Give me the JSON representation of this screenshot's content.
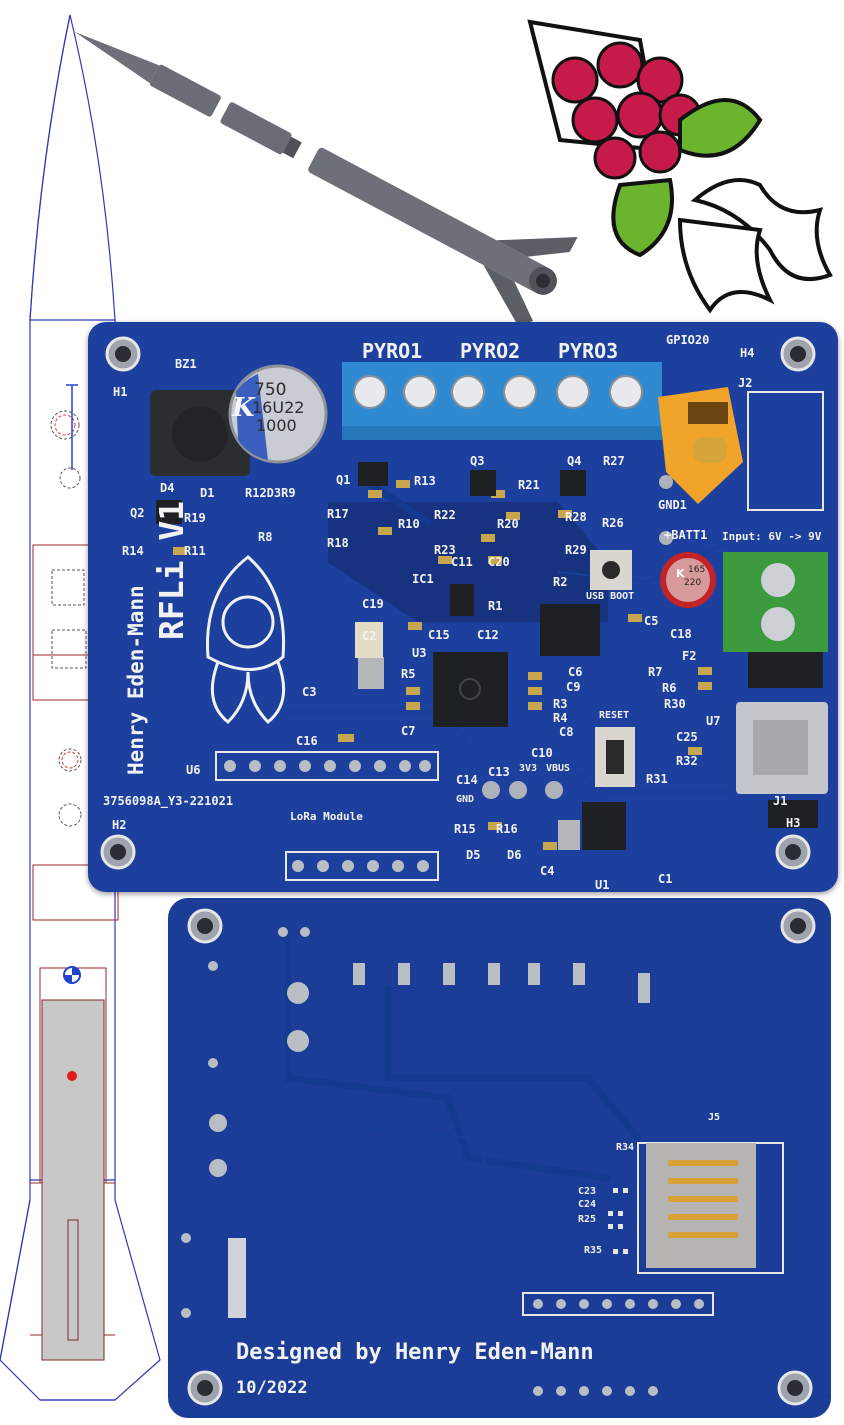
{
  "top_board": {
    "title": "RFLi V1",
    "author": "Henry Eden-Mann",
    "board_id": "3756098A_Y3-221021",
    "headers": {
      "pyro1": "PYRO1",
      "pyro2": "PYRO2",
      "pyro3": "PYRO3",
      "gpio": "GPIO20"
    },
    "module": "LoRa Module",
    "input_label": "Input: 6V -> 9V",
    "buttons": {
      "boot": "USB BOOT",
      "reset": "RESET"
    },
    "pads": {
      "gnd": "GND",
      "v3": "3V3",
      "vbus": "VBUS",
      "gnd1": "GND1",
      "batt": "+BATT1"
    },
    "capacitor": {
      "brand": "K",
      "value": "750",
      "rating": "16U22",
      "cap": "1000"
    },
    "small_cap": {
      "text1": "K",
      "text2": "165",
      "text3": "220"
    },
    "refs": {
      "bz1": "BZ1",
      "h1": "H1",
      "h2": "H2",
      "h3": "H3",
      "h4": "H4",
      "j1": "J1",
      "j2": "J2",
      "d4": "D4",
      "d1": "D1",
      "r12d3r9": "R12D3R9",
      "q2": "Q2",
      "r19": "R19",
      "r8": "R8",
      "r14": "R14",
      "r11": "R11",
      "q1": "Q1",
      "r13": "R13",
      "q3": "Q3",
      "q4": "Q4",
      "r27": "R27",
      "r21": "R21",
      "r17": "R17",
      "r10": "R10",
      "r22": "R22",
      "r20": "R20",
      "r28": "R28",
      "r26": "R26",
      "r18": "R18",
      "r23": "R23",
      "r29": "R29",
      "ic1": "IC1",
      "c11": "C11",
      "c20": "C20",
      "r2": "R2",
      "c19": "C19",
      "r1": "R1",
      "c15": "C15",
      "c12": "C12",
      "c5": "C5",
      "c18": "C18",
      "c2": "C2",
      "u3": "U3",
      "c6": "C6",
      "f2": "F2",
      "r7": "R7",
      "r6": "R6",
      "r30": "R30",
      "c3": "C3",
      "r5": "R5",
      "c9": "C9",
      "r3": "R3",
      "r4": "R4",
      "c8": "C8",
      "c7": "C7",
      "u7": "U7",
      "c16": "C16",
      "c25": "C25",
      "r32": "R32",
      "r31": "R31",
      "u6": "U6",
      "c14": "C14",
      "c13": "C13",
      "c10": "C10",
      "r15": "R15",
      "r16": "R16",
      "d5": "D5",
      "d6": "D6",
      "c4": "C4",
      "u1": "U1",
      "c1": "C1"
    }
  },
  "bottom_board": {
    "credit": "Designed by Henry Eden-Mann",
    "date": "10/2022",
    "refs": {
      "j5": "J5",
      "r34": "R34",
      "c23": "C23",
      "c24": "C24",
      "r25": "R25",
      "r35": "R35"
    }
  },
  "colors": {
    "pcb": "#1d3f9e",
    "pcb_dark": "#17337f",
    "terminal": "#2f8ad1",
    "xt30": "#f0a52a",
    "green_terminal": "#3e9a3e",
    "rocket": "#6e7079",
    "raspberry": "#c51a4a",
    "leaf": "#6ab42e",
    "drawing_lines": "#3535b5"
  }
}
